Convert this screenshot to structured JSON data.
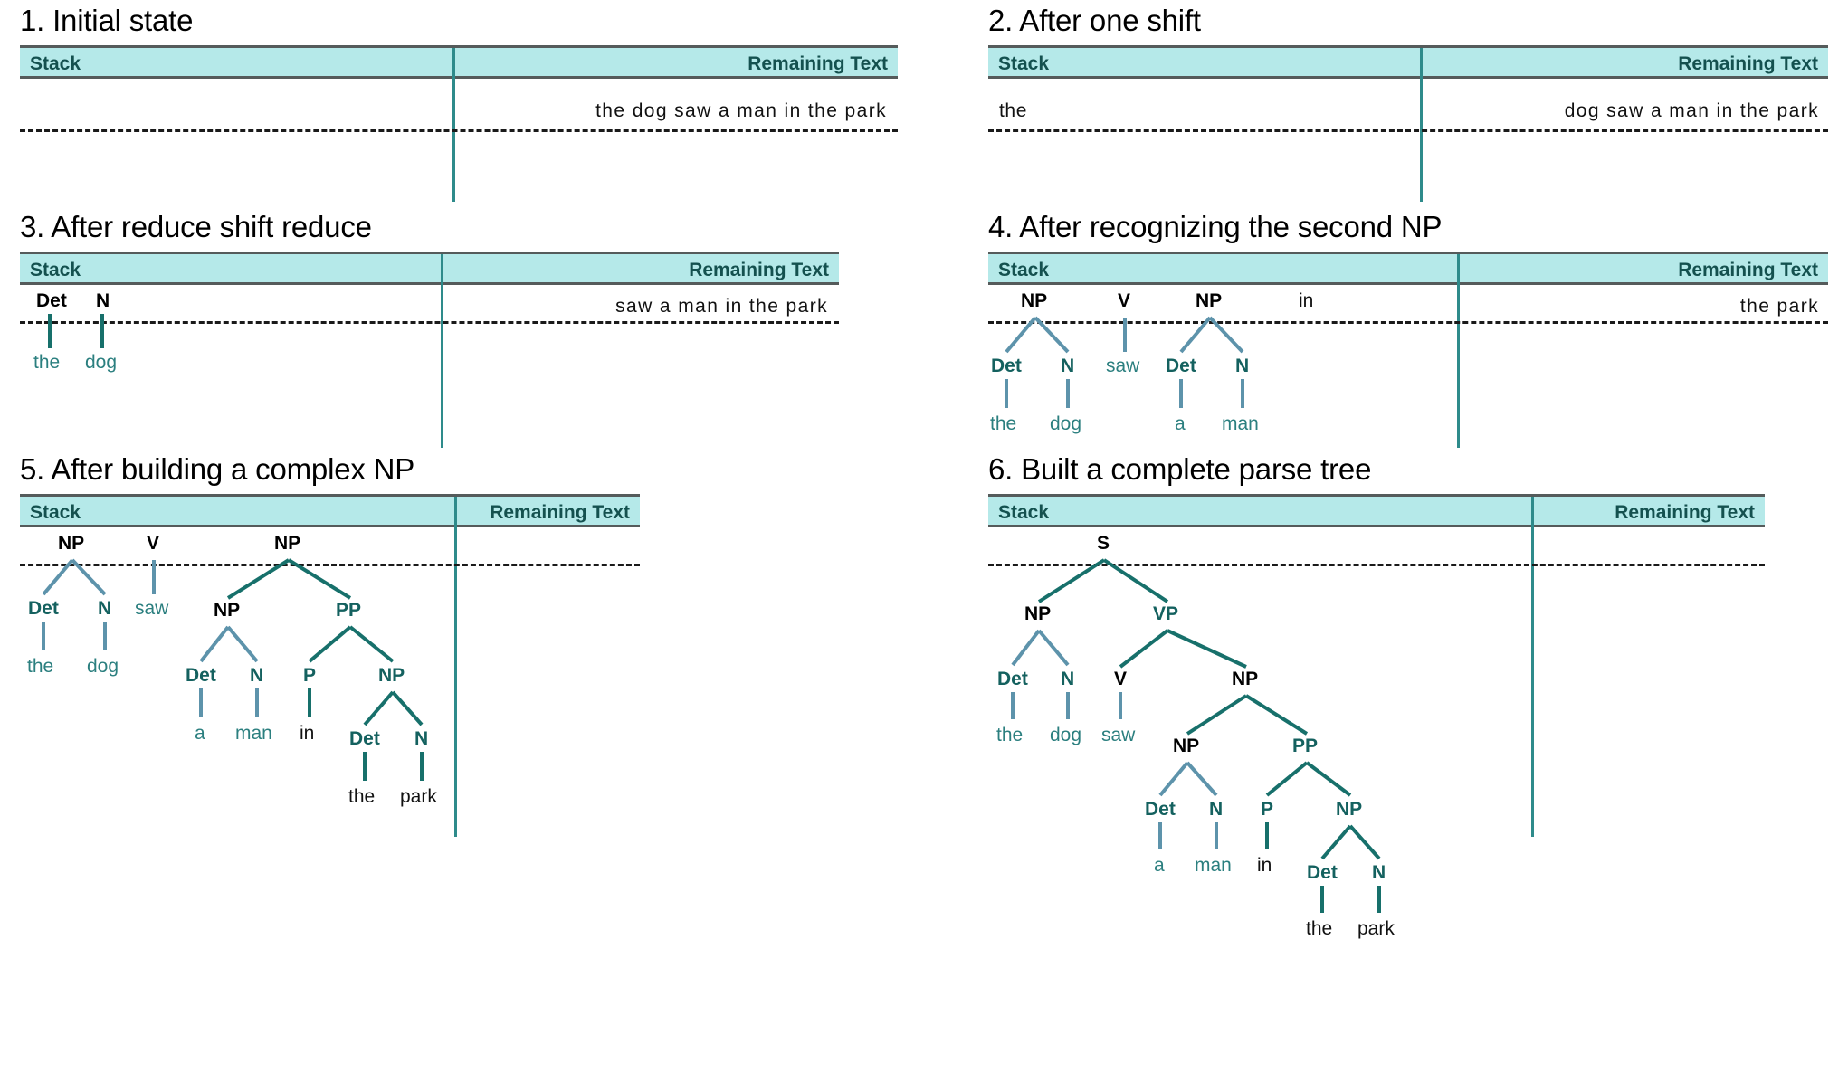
{
  "meta": {
    "colors": {
      "header_bg": "#b5e9e9",
      "header_text": "#14514f",
      "rule": "#555b5b",
      "divider": "#2e8b8b",
      "edge_dark": "#17706b",
      "edge_light": "#5d93ab",
      "label_teal": "#14615f",
      "leaf_teal": "#2b7f7f",
      "text_black": "#111111"
    },
    "columns": {
      "stack_label": "Stack",
      "remaining_label": "Remaining Text"
    }
  },
  "panels": [
    {
      "id": "panel-1",
      "title": "1. Initial state",
      "header": {
        "stack": "Stack",
        "remaining": "Remaining Text"
      },
      "stack_text": "",
      "remaining_text": "the dog saw a man in the park",
      "trees": []
    },
    {
      "id": "panel-2",
      "title": "2. After one shift",
      "header": {
        "stack": "Stack",
        "remaining": "Remaining Text"
      },
      "stack_text": "the",
      "remaining_text": "dog saw a man in the park",
      "trees": []
    },
    {
      "id": "panel-3",
      "title": "3. After reduce shift reduce",
      "header": {
        "stack": "Stack",
        "remaining": "Remaining Text"
      },
      "stack_text": "",
      "remaining_text": "saw a man in the park",
      "trees": [
        {
          "label": "Det",
          "children": [
            {
              "label": "the"
            }
          ]
        },
        {
          "label": "N",
          "children": [
            {
              "label": "dog"
            }
          ]
        }
      ]
    },
    {
      "id": "panel-4",
      "title": "4. After recognizing the second NP",
      "header": {
        "stack": "Stack",
        "remaining": "Remaining Text"
      },
      "stack_text": "",
      "remaining_text": "the park",
      "trees": [
        {
          "label": "NP",
          "children": [
            {
              "label": "Det",
              "children": [
                {
                  "label": "the"
                }
              ]
            },
            {
              "label": "N",
              "children": [
                {
                  "label": "dog"
                }
              ]
            }
          ]
        },
        {
          "label": "V",
          "children": [
            {
              "label": "saw"
            }
          ]
        },
        {
          "label": "NP",
          "children": [
            {
              "label": "Det",
              "children": [
                {
                  "label": "a"
                }
              ]
            },
            {
              "label": "N",
              "children": [
                {
                  "label": "man"
                }
              ]
            }
          ]
        },
        {
          "label": "in",
          "children": []
        }
      ]
    },
    {
      "id": "panel-5",
      "title": "5. After building a complex NP",
      "header": {
        "stack": "Stack",
        "remaining": "Remaining Text"
      },
      "stack_text": "",
      "remaining_text": "",
      "trees": [
        {
          "label": "NP",
          "children": [
            {
              "label": "Det",
              "children": [
                {
                  "label": "the"
                }
              ]
            },
            {
              "label": "N",
              "children": [
                {
                  "label": "dog"
                }
              ]
            }
          ]
        },
        {
          "label": "V",
          "children": [
            {
              "label": "saw"
            }
          ]
        },
        {
          "label": "NP",
          "children": [
            {
              "label": "NP",
              "children": [
                {
                  "label": "Det",
                  "children": [
                    {
                      "label": "a"
                    }
                  ]
                },
                {
                  "label": "N",
                  "children": [
                    {
                      "label": "man"
                    }
                  ]
                }
              ]
            },
            {
              "label": "PP",
              "children": [
                {
                  "label": "P",
                  "children": [
                    {
                      "label": "in"
                    }
                  ]
                },
                {
                  "label": "NP",
                  "children": [
                    {
                      "label": "Det",
                      "children": [
                        {
                          "label": "the"
                        }
                      ]
                    },
                    {
                      "label": "N",
                      "children": [
                        {
                          "label": "park"
                        }
                      ]
                    }
                  ]
                }
              ]
            }
          ]
        }
      ]
    },
    {
      "id": "panel-6",
      "title": "6. Built a complete parse tree",
      "header": {
        "stack": "Stack",
        "remaining": "Remaining Text"
      },
      "stack_text": "",
      "remaining_text": "",
      "trees": [
        {
          "label": "S",
          "children": [
            {
              "label": "NP",
              "children": [
                {
                  "label": "Det",
                  "children": [
                    {
                      "label": "the"
                    }
                  ]
                },
                {
                  "label": "N",
                  "children": [
                    {
                      "label": "dog"
                    }
                  ]
                }
              ]
            },
            {
              "label": "VP",
              "children": [
                {
                  "label": "V",
                  "children": [
                    {
                      "label": "saw"
                    }
                  ]
                },
                {
                  "label": "NP",
                  "children": [
                    {
                      "label": "NP",
                      "children": [
                        {
                          "label": "Det",
                          "children": [
                            {
                              "label": "a"
                            }
                          ]
                        },
                        {
                          "label": "N",
                          "children": [
                            {
                              "label": "man"
                            }
                          ]
                        }
                      ]
                    },
                    {
                      "label": "PP",
                      "children": [
                        {
                          "label": "P",
                          "children": [
                            {
                              "label": "in"
                            }
                          ]
                        },
                        {
                          "label": "NP",
                          "children": [
                            {
                              "label": "Det",
                              "children": [
                                {
                                  "label": "the"
                                }
                              ]
                            },
                            {
                              "label": "N",
                              "children": [
                                {
                                  "label": "park"
                                }
                              ]
                            }
                          ]
                        }
                      ]
                    }
                  ]
                }
              ]
            }
          ]
        }
      ]
    }
  ],
  "sentence_tokens": [
    "the",
    "dog",
    "saw",
    "a",
    "man",
    "in",
    "the",
    "park"
  ]
}
